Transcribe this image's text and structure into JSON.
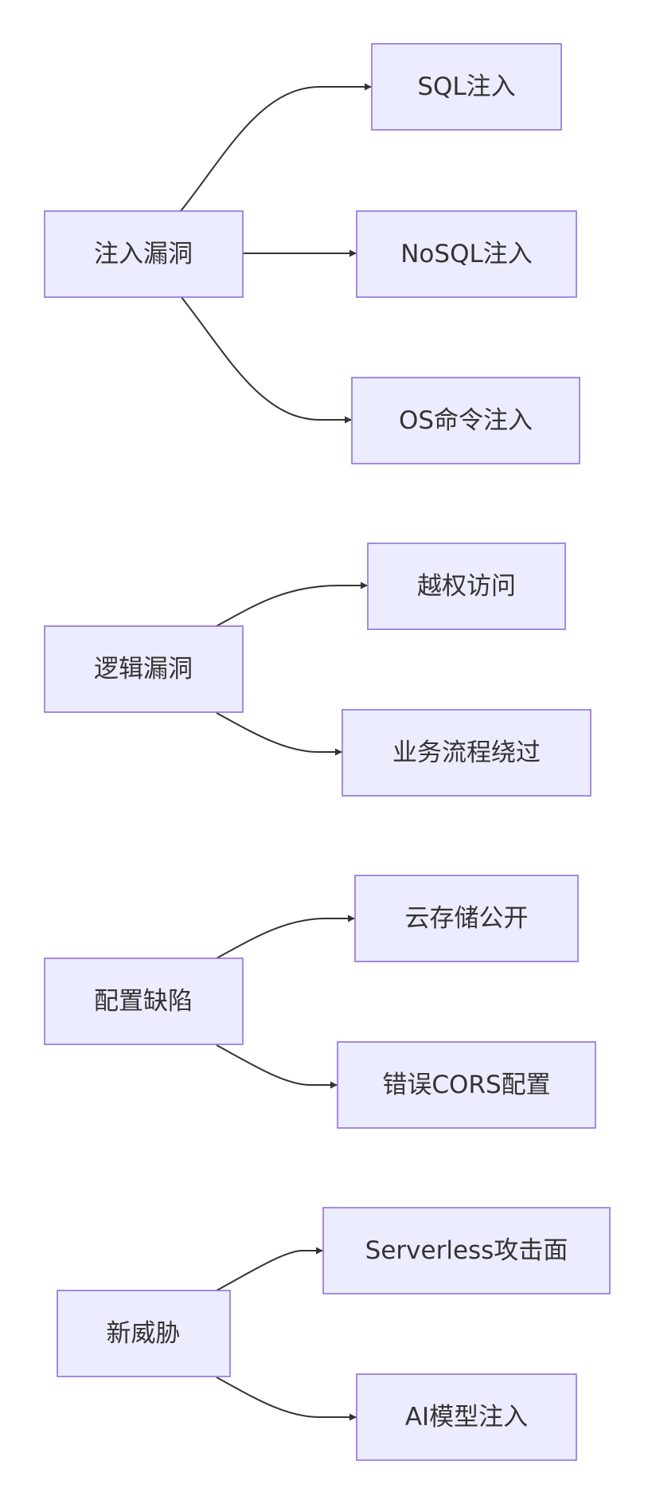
{
  "diagram": {
    "type": "flowchart",
    "direction": "LR",
    "colors": {
      "node_fill": "#ECECFF",
      "node_border": "#9370DB",
      "edge": "#333333",
      "text": "#333333",
      "background": "#FFFFFF"
    },
    "nodes": {
      "injection": "注入漏洞",
      "sql_injection": "SQL注入",
      "nosql_injection": "NoSQL注入",
      "os_command_injection": "OS命令注入",
      "logic": "逻辑漏洞",
      "privilege_bypass": "越权访问",
      "workflow_bypass": "业务流程绕过",
      "config": "配置缺陷",
      "public_cloud_storage": "云存储公开",
      "cors_misconfig": "错误CORS配置",
      "new_threats": "新威胁",
      "serverless": "Serverless攻击面",
      "ai_model_injection": "AI模型注入"
    },
    "edges": [
      {
        "from": "injection",
        "to": "sql_injection"
      },
      {
        "from": "injection",
        "to": "nosql_injection"
      },
      {
        "from": "injection",
        "to": "os_command_injection"
      },
      {
        "from": "logic",
        "to": "privilege_bypass"
      },
      {
        "from": "logic",
        "to": "workflow_bypass"
      },
      {
        "from": "config",
        "to": "public_cloud_storage"
      },
      {
        "from": "config",
        "to": "cors_misconfig"
      },
      {
        "from": "new_threats",
        "to": "serverless"
      },
      {
        "from": "new_threats",
        "to": "ai_model_injection"
      }
    ]
  }
}
